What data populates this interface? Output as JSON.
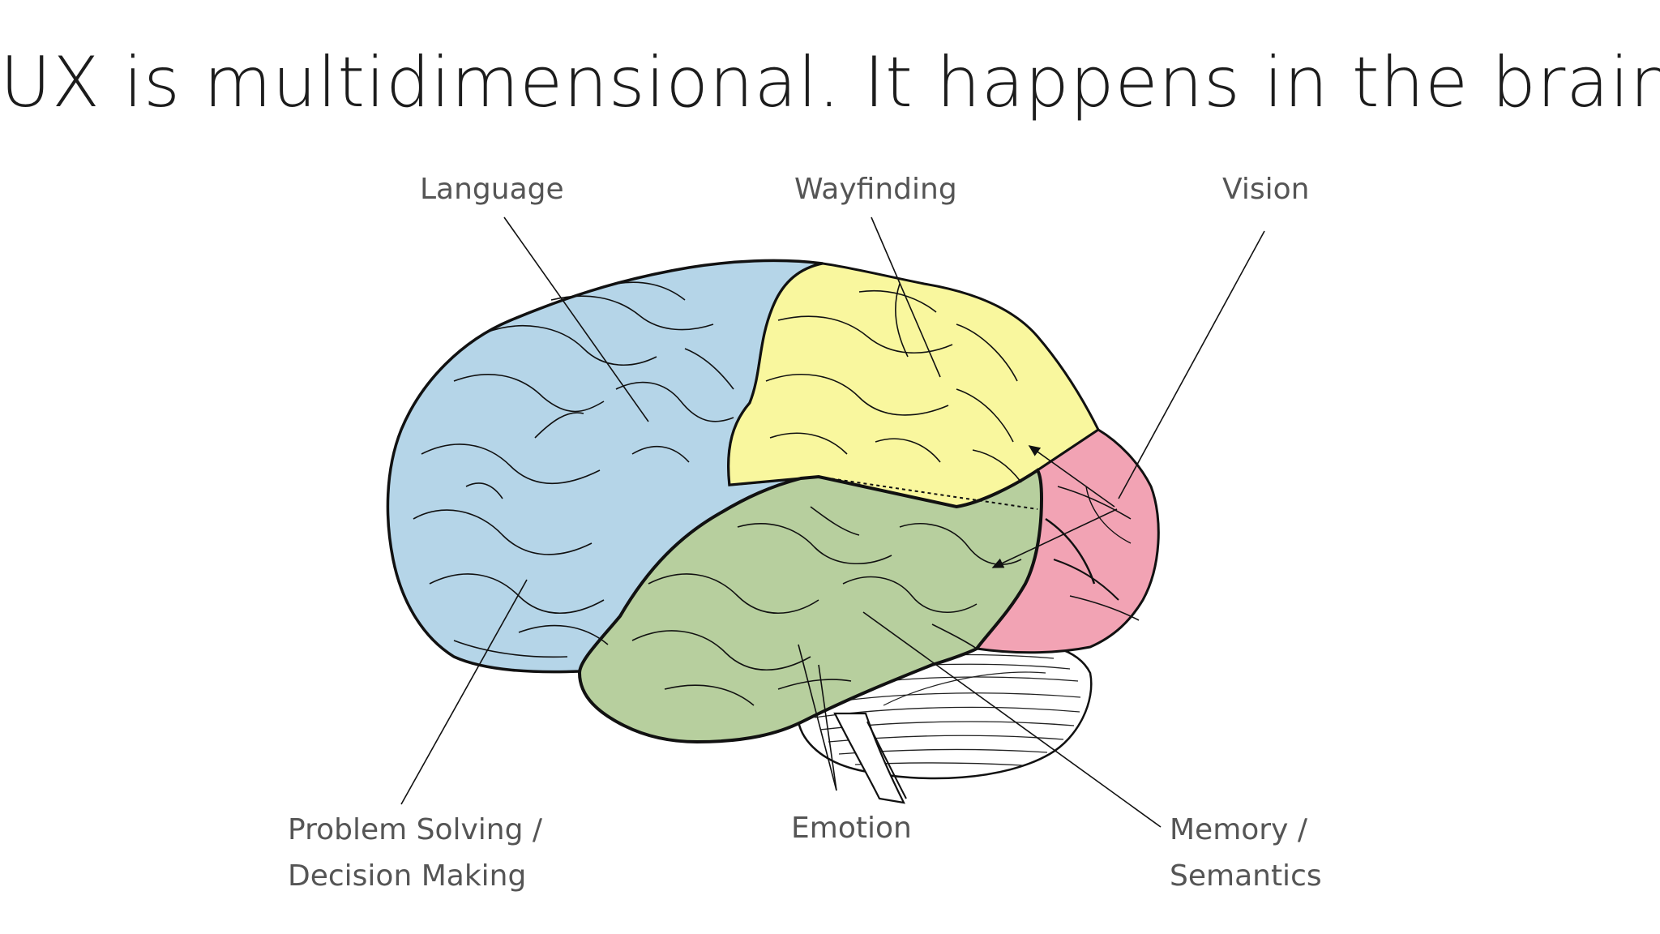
{
  "slide": {
    "title": "UX is multidimensional.  It happens in the brain."
  },
  "labels": {
    "language": "Language",
    "wayfinding": "Wayfinding",
    "vision": "Vision",
    "problem_solving_line1": "Problem Solving /",
    "problem_solving_line2": "Decision Making",
    "emotion": "Emotion",
    "memory_line1": "Memory /",
    "memory_line2": "Semantics"
  },
  "colors": {
    "frontal_lobe": "#b5d5e8",
    "parietal_lobe": "#f9f79e",
    "occipital_lobe": "#f2a3b4",
    "temporal_lobe": "#b7cf9e",
    "cerebellum": "#ffffff",
    "outline": "#111111",
    "label_text": "#555555",
    "title_text": "#1c1c1c"
  }
}
